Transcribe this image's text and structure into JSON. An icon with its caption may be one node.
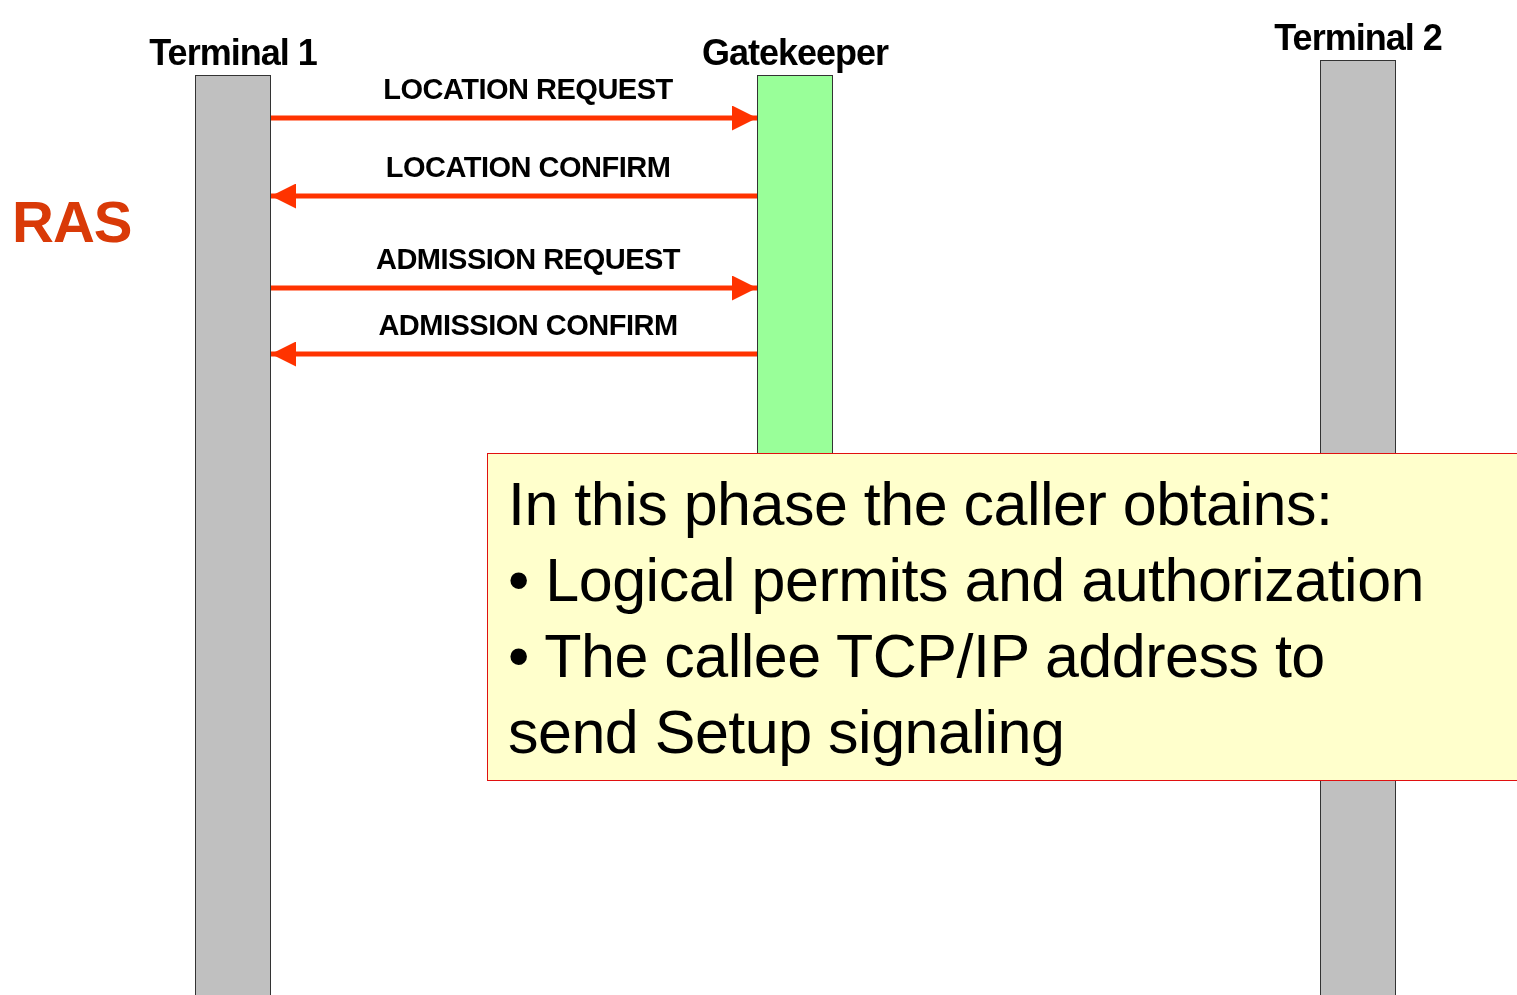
{
  "diagram": {
    "nodes": [
      {
        "text": [
          "Terminal 1"
        ]
      },
      {
        "text": [
          "Gatekeeper"
        ]
      },
      {
        "text": [
          "Terminal 2"
        ]
      },
      {
        "text": [
          "In this phase the caller obtains:",
          "• Logical permits and authorization",
          "• The callee TCP/IP address to send Setup signaling"
        ]
      },
      {
        "text": [],
        "shape": "bar"
      }
    ],
    "edges": [
      {
        "from": 0,
        "to": 1,
        "arrow": "to",
        "label": "LOCATION REQUEST"
      },
      {
        "from": 1,
        "to": 0,
        "arrow": "to",
        "label": "LOCATION CONFIRM"
      },
      {
        "from": 0,
        "to": 1,
        "arrow": "to",
        "label": "ADMISSION REQUEST"
      },
      {
        "from": 1,
        "to": 0,
        "arrow": "to",
        "label": "ADMISSION CONFIRM"
      }
    ],
    "labels": [
      "RAS"
    ]
  }
}
